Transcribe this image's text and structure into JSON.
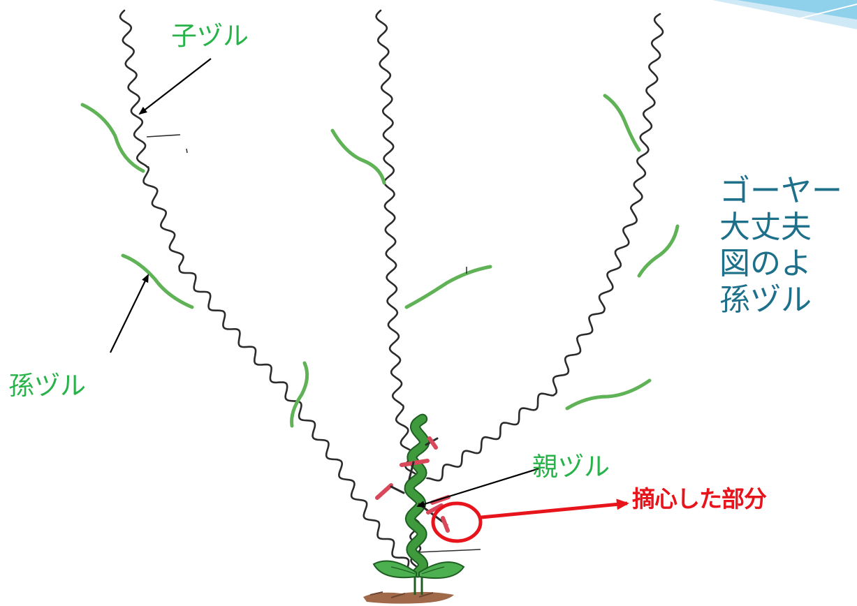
{
  "labels": {
    "ko_zuru": "子ヅル",
    "mago_zuru": "孫ヅル",
    "oya_zuru": "親ヅル",
    "tekishin": "摘心した部分"
  },
  "side_text_lines": [
    "ゴーヤー",
    "大丈夫",
    "図のよ",
    "孫ヅル"
  ],
  "colors": {
    "vine": "#2b2b2b",
    "leaf_shoot": "#5fb356",
    "main_stem": "#3e9a3c",
    "cut_marks": "#d9485a",
    "highlight": "#e8141c",
    "label_green": "#27b34a",
    "side_text": "#1d6f8a",
    "corner_accent": "#8fd0ea"
  }
}
